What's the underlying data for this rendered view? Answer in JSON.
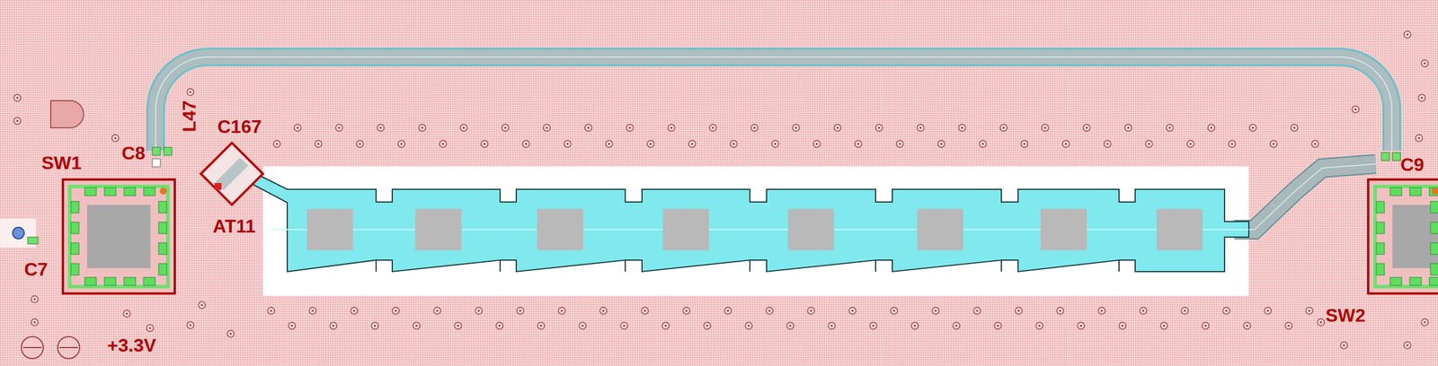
{
  "diagram": {
    "nodes": [
      {
        "text": [
          "SW1"
        ]
      },
      {
        "text": [
          "AT11"
        ]
      },
      {
        "text": [
          "SW2"
        ]
      }
    ],
    "labels": [
      "C8",
      "L47",
      "C167",
      "C7",
      "+3.3V",
      "C9"
    ]
  }
}
